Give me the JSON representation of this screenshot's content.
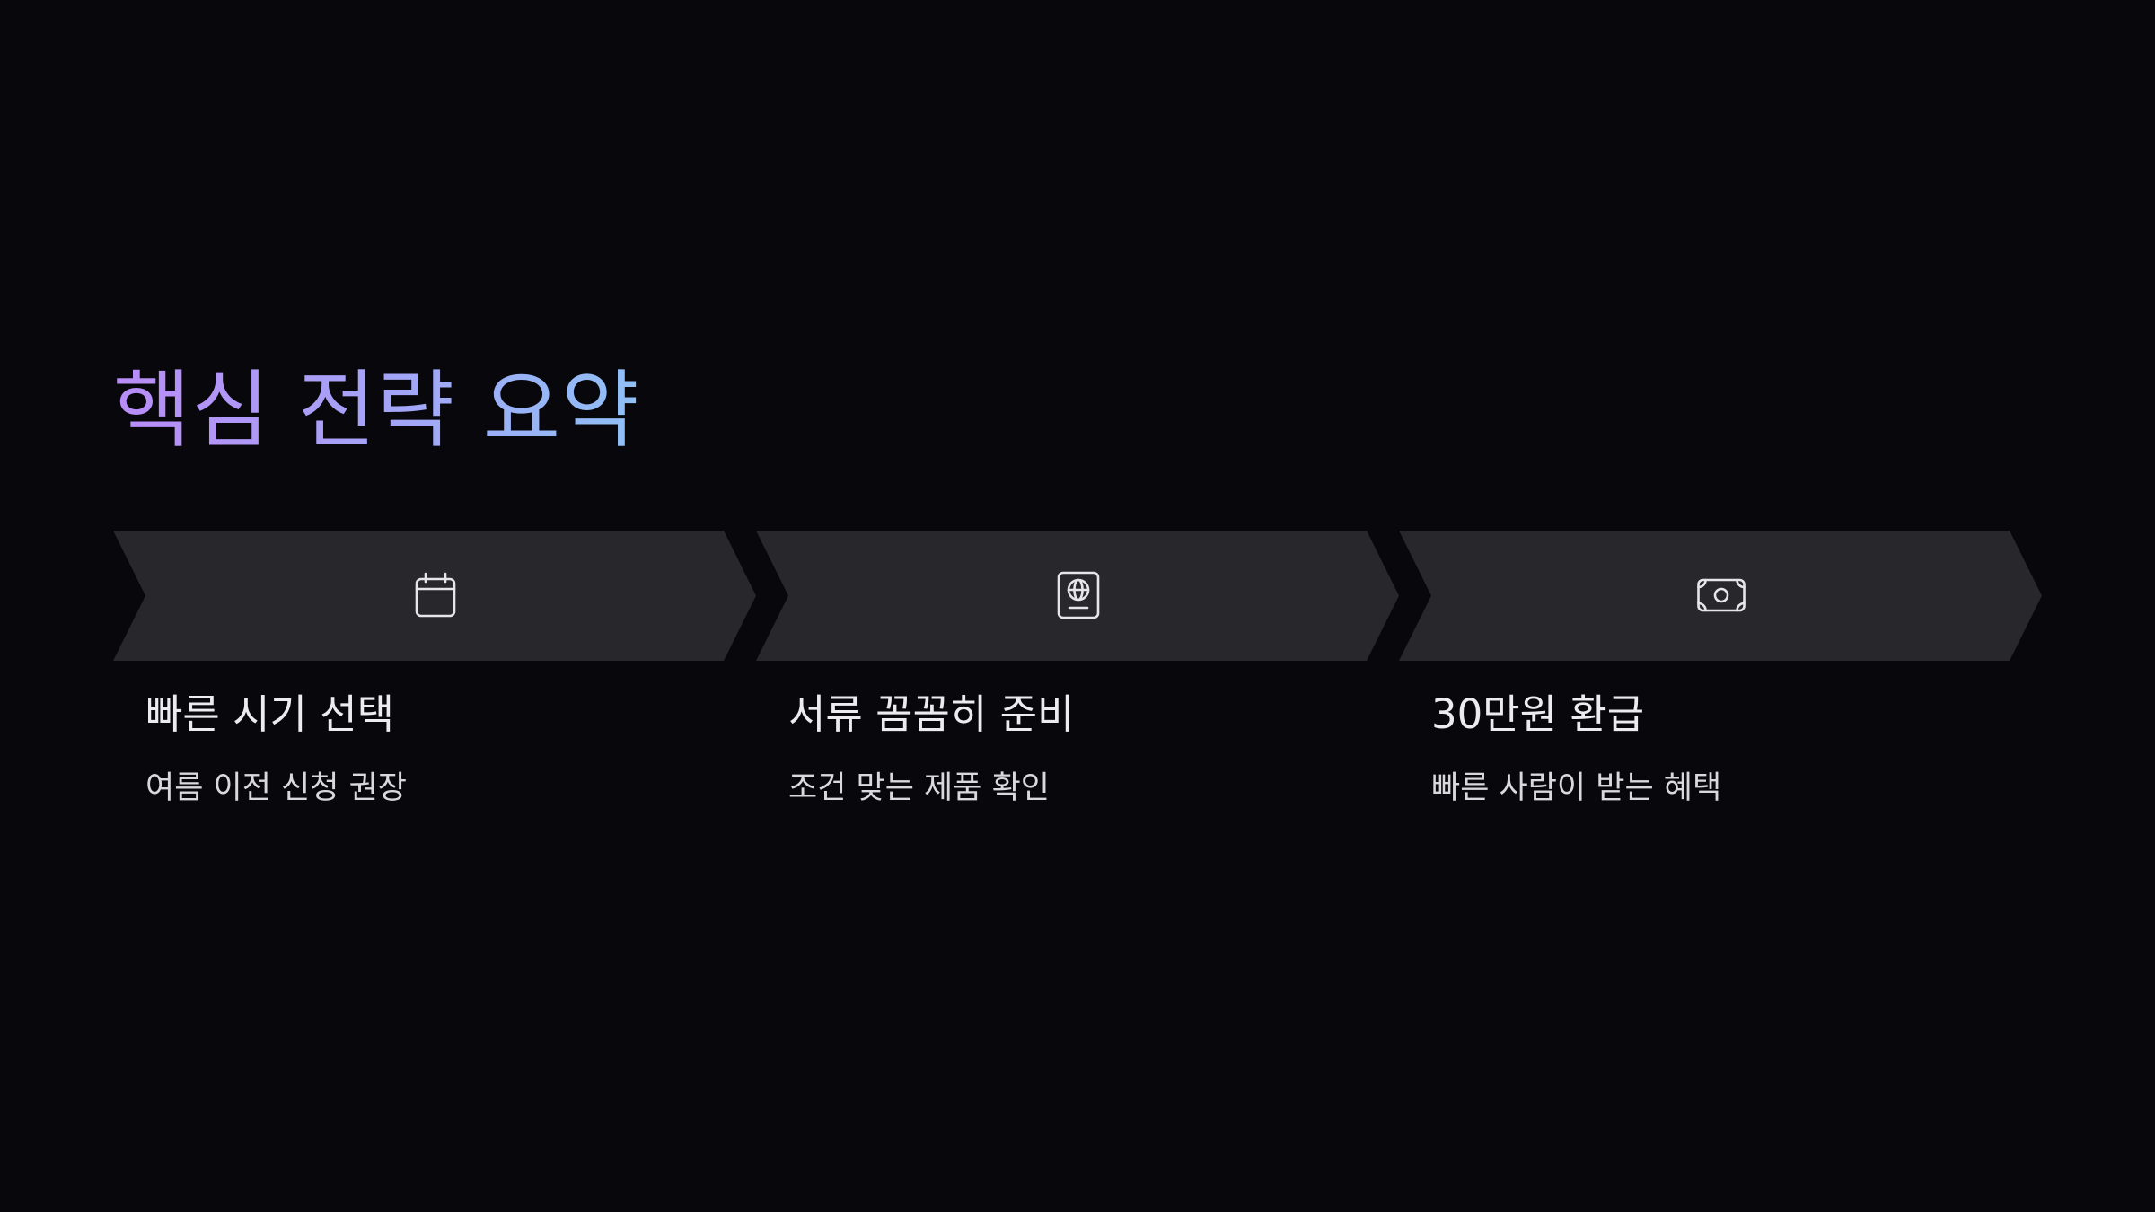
{
  "slide": {
    "title": "핵심 전략 요약",
    "steps": [
      {
        "icon": "calendar-icon",
        "heading": "빠른 시기 선택",
        "description": "여름 이전 신청 권장"
      },
      {
        "icon": "passport-icon",
        "heading": "서류 꼼꼼히 준비",
        "description": "조건 맞는 제품 확인"
      },
      {
        "icon": "banknote-icon",
        "heading": "30만원 환급",
        "description": "빠른 사람이 받는 혜택"
      }
    ]
  },
  "colors": {
    "background": "#07070c",
    "chevron": "#27272c",
    "title_gradient_start": "#b98cf7",
    "title_gradient_end": "#8fc0f6",
    "text": "#ececf0"
  }
}
